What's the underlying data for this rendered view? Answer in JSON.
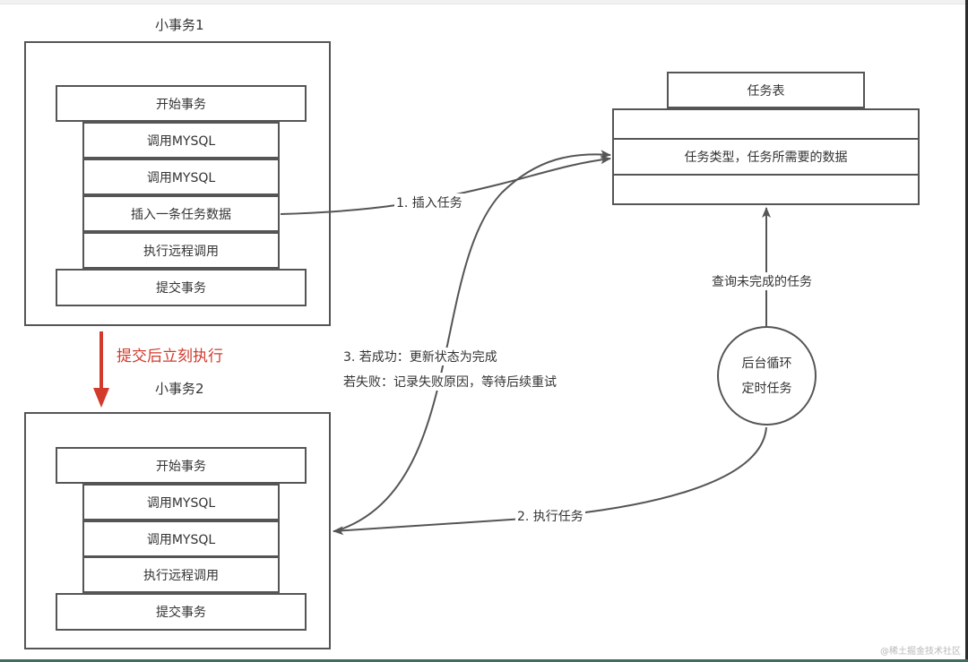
{
  "transaction1": {
    "title": "小事务1",
    "steps": [
      "开始事务",
      "调用MYSQL",
      "调用MYSQL",
      "插入一条任务数据",
      "执行远程调用",
      "提交事务"
    ]
  },
  "between": {
    "label": "提交后立刻执行",
    "color": "#d23a2c"
  },
  "transaction2": {
    "title": "小事务2",
    "steps": [
      "开始事务",
      "调用MYSQL",
      "调用MYSQL",
      "执行远程调用",
      "提交事务"
    ]
  },
  "task_table": {
    "title": "任务表",
    "rows": [
      "",
      "任务类型，任务所需要的数据",
      ""
    ]
  },
  "scheduler": {
    "line1": "后台循环",
    "line2": "定时任务"
  },
  "edges": {
    "insert": "1. 插入任务",
    "execute": "2. 执行任务",
    "query": "查询未完成的任务",
    "result_line1": "3. 若成功：更新状态为完成",
    "result_line2": "若失败：记录失败原因，等待后续重试"
  },
  "watermark": "@稀土掘金技术社区"
}
